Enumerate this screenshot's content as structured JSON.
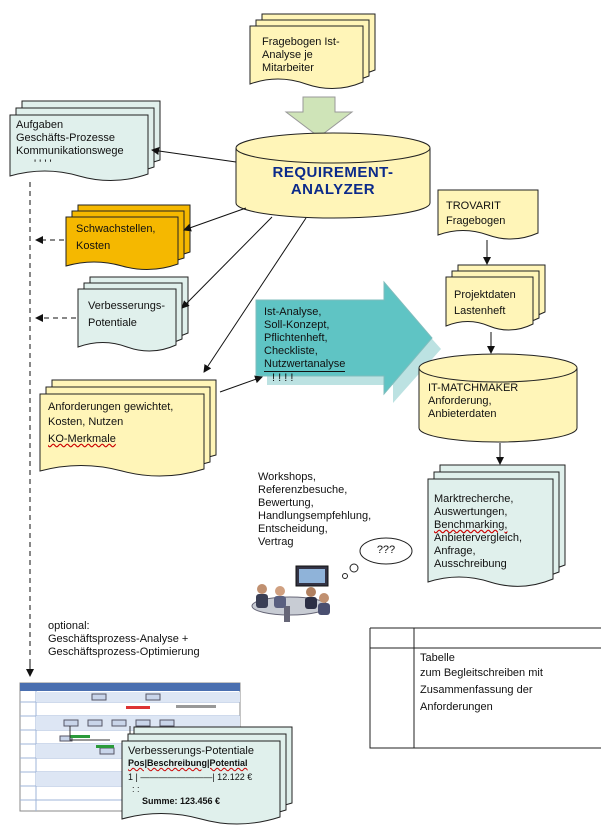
{
  "docs": {
    "fragebogen": [
      "Fragebogen Ist-",
      "Analyse je",
      "Mitarbeiter"
    ],
    "aufgaben": [
      "Aufgaben",
      "Geschäfts-Prozesse",
      "Kommunikationswege"
    ],
    "schwachstellen": [
      "Schwachstellen,",
      "Kosten"
    ],
    "verbesserung": [
      "Verbesserungs-",
      "Potentiale"
    ],
    "anforderungen": [
      "Anforderungen gewichtet,",
      "Kosten, Nutzen",
      "KO-Merkmale"
    ],
    "trovarit": [
      "TROVARIT",
      "Fragebogen"
    ],
    "projektdaten": [
      "Projektdaten",
      "Lastenheft"
    ],
    "markt": [
      "Marktrecherche,",
      "Auswertungen,",
      "Benchmarking,",
      "Anbietervergleich,",
      "Anfrage,",
      "Ausschreibung"
    ],
    "potentiale": {
      "title": "Verbesserungs-Potentiale",
      "header": "Pos|Beschreibung|Potential",
      "row1": "1  |  ————————|  12.122 €",
      "dots": ":                :",
      "sum": "Summe:              123.456 €"
    }
  },
  "cylinders": {
    "requirement": [
      "REQUIREMENT-",
      "ANALYZER"
    ],
    "matchmaker": [
      "IT-MATCHMAKER",
      "Anforderung,",
      "Anbieterdaten"
    ]
  },
  "arrow_panel": [
    "Ist-Analyse,",
    "Soll-Konzept,",
    "Pflichtenheft,",
    "Checkliste,",
    "Nutzwertanalyse"
  ],
  "arrow_panel_marks": "!   !   !   !",
  "aufgaben_marks": "'    '    '    '",
  "workshops": [
    "Workshops,",
    "Referenzbesuche,",
    "Bewertung,",
    "Handlungsempfehlung,",
    "Entscheidung,",
    "Vertrag"
  ],
  "thought": "???",
  "optional": [
    "optional:",
    "Geschäftsprozess-Analyse +",
    "Geschäftsprozess-Optimierung"
  ],
  "tabelle": [
    "Tabelle",
    "zum Begleitschreiben mit",
    "Zusammenfassung der",
    "Anforderungen"
  ],
  "colors": {
    "doc_yellow": "#fff5b8",
    "doc_orange": "#f5b800",
    "doc_green": "#e0f0ec",
    "teal_arrow": "#5fc4c4",
    "down_arrow": "#cfe4b8",
    "title_blue": "#0b2a8a"
  }
}
